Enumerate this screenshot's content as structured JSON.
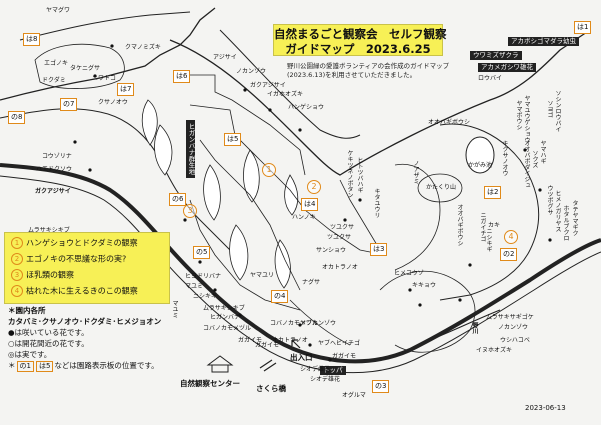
{
  "title": {
    "line1": "自然まるごと観察会　セルフ観察",
    "line2": "ガイドマップ　2023.6.25"
  },
  "description": [
    "野川公園緑の愛護ボランティアの会作成のガイドマップ",
    "(2023.6.13)を利用させていただきました。"
  ],
  "legend": [
    {
      "num": "1",
      "text": "ハンゲショウとドクダミの観察"
    },
    {
      "num": "2",
      "text": "エゴノキの不思議な形の実?"
    },
    {
      "num": "3",
      "text": "ほ乳類の観察"
    },
    {
      "num": "4",
      "text": "枯れた木に生えるきのこの観察"
    }
  ],
  "notes": {
    "title": "＊園内各所",
    "line1": "カタバミ･クサノオウ･ドクダミ･ヒメジョオン",
    "line2": "●は咲いている花です。",
    "line3": "○は開花間近の花です。",
    "line4": "◎は実です。",
    "line5_pre": "＊",
    "chip1": "の1",
    "chip2": "は5",
    "line5_post": "などは園路表示板の位置です。"
  },
  "date": "2023-06-13",
  "places": {
    "center": "自然観察センター",
    "sakura": "さくら橋",
    "entrance": "出入口",
    "katakuri": "かたくり山",
    "kagami": "かがみ池"
  },
  "chips": [
    {
      "id": "ha8",
      "text": "は8"
    },
    {
      "id": "ha7",
      "text": "は7"
    },
    {
      "id": "no7",
      "text": "の7"
    },
    {
      "id": "no8",
      "text": "の8"
    },
    {
      "id": "ha6",
      "text": "は6"
    },
    {
      "id": "ha5",
      "text": "は5"
    },
    {
      "id": "ha4",
      "text": "は4"
    },
    {
      "id": "ha3",
      "text": "は3"
    },
    {
      "id": "ha2",
      "text": "は2"
    },
    {
      "id": "no2",
      "text": "の2"
    },
    {
      "id": "no3",
      "text": "の3"
    },
    {
      "id": "no4",
      "text": "の4"
    },
    {
      "id": "no5",
      "text": "の5"
    },
    {
      "id": "no6",
      "text": "の6"
    },
    {
      "id": "ha1",
      "text": "は1"
    }
  ],
  "tags": [
    {
      "id": "akahoshi",
      "text": "アカボシゴマダラ幼虫"
    },
    {
      "id": "akamegashiwa",
      "text": "アカメガシワ雄花"
    },
    {
      "id": "uwamizu",
      "text": "ウワミズザクラ"
    },
    {
      "id": "higan",
      "text": "ヒガンバナ群生地"
    },
    {
      "id": "toppa",
      "text": "トッパ"
    }
  ],
  "spots": [
    {
      "id": "s1",
      "num": "1"
    },
    {
      "id": "s2",
      "num": "2"
    },
    {
      "id": "s3",
      "num": "3"
    },
    {
      "id": "s4",
      "num": "4"
    }
  ],
  "labels": [
    {
      "id": "yamaguwa",
      "text": "ヤマグワ"
    },
    {
      "id": "kumanomizuki",
      "text": "クマノミズキ"
    },
    {
      "id": "egonoki",
      "text": "エゴノキ"
    },
    {
      "id": "takanigusa",
      "text": "タケニグサ"
    },
    {
      "id": "dokudami",
      "text": "ドクダミ"
    },
    {
      "id": "niwatoko",
      "text": "ニワトコ"
    },
    {
      "id": "kusanoou",
      "text": "クサノオウ"
    },
    {
      "id": "koushi",
      "text": "コウゾリナ"
    },
    {
      "id": "haedokuso",
      "text": "ハエドクソウ"
    },
    {
      "id": "gakuajisai",
      "text": "ガクアジサイ"
    },
    {
      "id": "murasakishikibu",
      "text": "ムラサキシキブ"
    },
    {
      "id": "ajisai",
      "text": "アジサイ"
    },
    {
      "id": "nokanzo",
      "text": "ノカンゾウ"
    },
    {
      "id": "gakuajisai2",
      "text": "ガクアジサイ"
    },
    {
      "id": "igabanoozeki",
      "text": "イガホオズキ"
    },
    {
      "id": "hangesho",
      "text": "ハンゲショウ"
    },
    {
      "id": "kekinchosen",
      "text": "ケキツネノボタン"
    },
    {
      "id": "hitotsubahagi",
      "text": "ヒトツバハギ"
    },
    {
      "id": "kisoyure",
      "text": "キタユウリ"
    },
    {
      "id": "hanugi",
      "text": "ハンノキ"
    },
    {
      "id": "tsukusa",
      "text": "ツユクサ"
    },
    {
      "id": "sanshou",
      "text": "サンショウ"
    },
    {
      "id": "okatoranoo",
      "text": "オカトラノオ"
    },
    {
      "id": "nagusakaso",
      "text": "ナグサ"
    },
    {
      "id": "kobanoitachi",
      "text": "コバノカモメヅル"
    },
    {
      "id": "yabukanzo",
      "text": "ヤブカンゾウ"
    },
    {
      "id": "gabai",
      "text": "ガガイモ"
    },
    {
      "id": "hitorishizuka",
      "text": "ヒヨドリバナ"
    },
    {
      "id": "mayumi",
      "text": "マユミ"
    },
    {
      "id": "nishikigi",
      "text": "ニシキギ"
    },
    {
      "id": "murasaki2",
      "text": "ムラサキシキブ"
    },
    {
      "id": "kobano2",
      "text": "コバノカモメヅル"
    },
    {
      "id": "okatora2",
      "text": "オカトラノオ"
    },
    {
      "id": "yabuhebi",
      "text": "ヤブヘビイチゴ"
    },
    {
      "id": "gagaimo",
      "text": "ガガイモ"
    },
    {
      "id": "shiodesaidai",
      "text": "シオデ雌花"
    },
    {
      "id": "shiode2",
      "text": "シオデ雄花"
    },
    {
      "id": "ogurumaku",
      "text": "オグルマ"
    },
    {
      "id": "higeho",
      "text": "ヒメコウゾ"
    },
    {
      "id": "kikyou",
      "text": "キキョウ"
    },
    {
      "id": "murasakisagigoke",
      "text": "ムラサキサギゴケ"
    },
    {
      "id": "nokanzo2",
      "text": "ノカンゾウ"
    },
    {
      "id": "uwabamiso",
      "text": "ウシハコベ"
    },
    {
      "id": "inuhozuki",
      "text": "イヌホオズキ"
    },
    {
      "id": "oobakobo",
      "text": "オオバギボウシ"
    },
    {
      "id": "nijikigi",
      "text": "ニガイチゴ"
    },
    {
      "id": "oobagiboshi",
      "text": "オオバギボウシ"
    },
    {
      "id": "nowashi",
      "text": "ノアザミ"
    },
    {
      "id": "tsuyukusa2",
      "text": "ツユクサ"
    },
    {
      "id": "kusano2",
      "text": "ウツボグサ"
    },
    {
      "id": "himeno",
      "text": "ヒメノガリヤス"
    },
    {
      "id": "hotarubukuro",
      "text": "ホタルブクロ"
    },
    {
      "id": "soyogo",
      "text": "ソヨゴ"
    },
    {
      "id": "yamakawa",
      "text": "ヤマユウゲショウ"
    },
    {
      "id": "sokuzu",
      "text": "ソクズ"
    },
    {
      "id": "roubai",
      "text": "ロウバイ"
    },
    {
      "id": "yamaboushi",
      "text": "ヤマボウシ"
    },
    {
      "id": "oobaboshi",
      "text": "オオバボダイジュ"
    },
    {
      "id": "yasuhaki",
      "text": "ヤマハギ"
    },
    {
      "id": "kikusanoou",
      "text": "キクサノオウ"
    },
    {
      "id": "soshino",
      "text": "ソシンロウバイ"
    },
    {
      "id": "nijikigi2",
      "text": "ニシキギ"
    },
    {
      "id": "kaki",
      "text": "カキ"
    },
    {
      "id": "tateyama",
      "text": "タテヤマギク"
    },
    {
      "id": "mayumi2",
      "text": "マユミ"
    },
    {
      "id": "higanbana",
      "text": "ヒガンバナ"
    },
    {
      "id": "yamayuri",
      "text": "ヤマユリ"
    },
    {
      "id": "gagaimo2",
      "text": "ガガイモ"
    },
    {
      "id": "nogawa",
      "text": "野川"
    }
  ]
}
